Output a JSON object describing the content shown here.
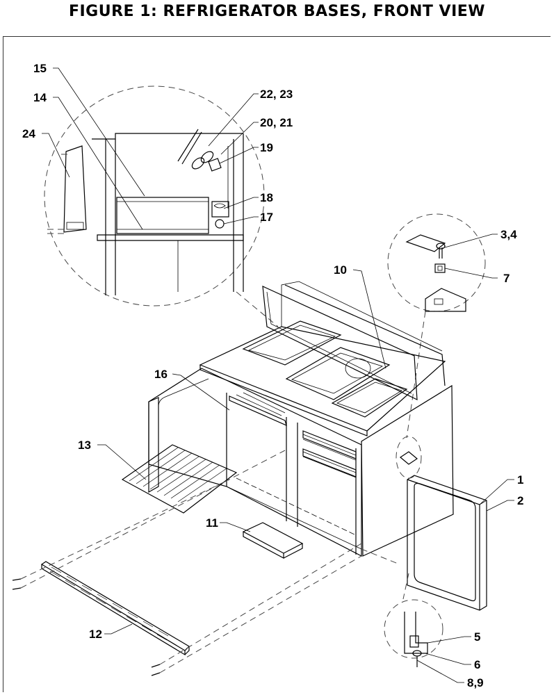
{
  "title": "FIGURE 1: REFRIGERATOR BASES, FRONT VIEW",
  "callouts": {
    "c15": "15",
    "c14": "14",
    "c24": "24",
    "c22_23": "22, 23",
    "c20_21": "20, 21",
    "c19": "19",
    "c18": "18",
    "c17": "17",
    "c3_4": "3,4",
    "c7": "7",
    "c10": "10",
    "c16": "16",
    "c13": "13",
    "c1": "1",
    "c2": "2",
    "c11": "11",
    "c12": "12",
    "c5": "5",
    "c6": "6",
    "c8_9": "8,9"
  }
}
